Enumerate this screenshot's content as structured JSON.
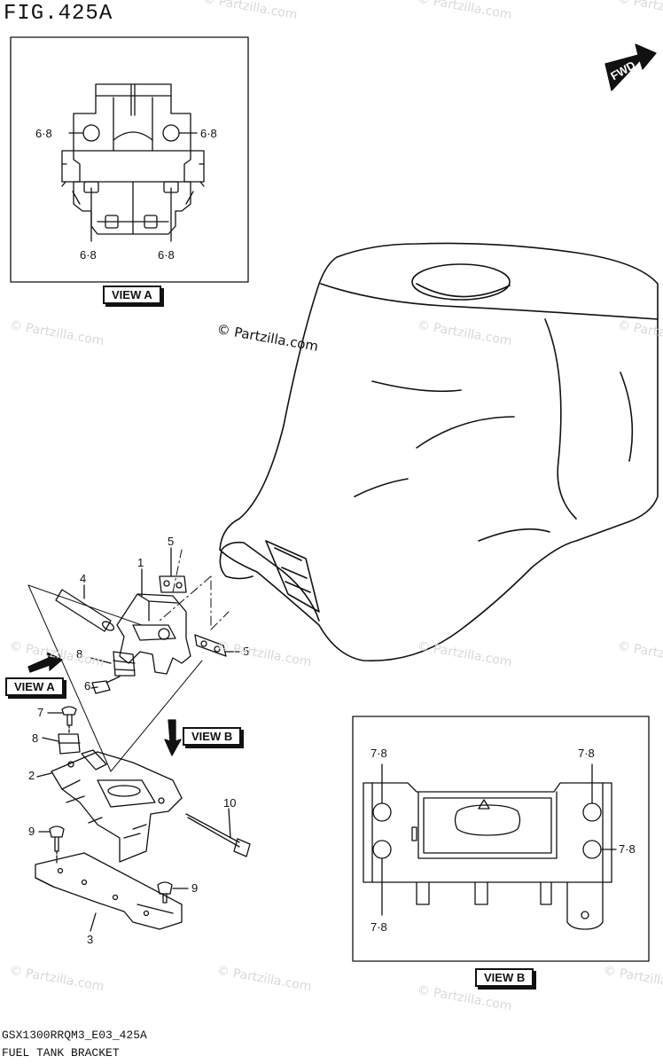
{
  "figure": {
    "title": "FIG.425A",
    "model_code": "GSX1300RRQM3_E03_425A",
    "part_group": "FUEL TANK BRACKET"
  },
  "watermark": {
    "text": "© Partzilla.com"
  },
  "view_a": {
    "label": "VIEW A",
    "torque_labels": [
      "6·8",
      "6·8",
      "6·8",
      "6·8"
    ]
  },
  "view_b": {
    "label": "VIEW B",
    "torque_labels": [
      "7·8",
      "7·8",
      "7·8",
      "7·8"
    ]
  },
  "direction_marker": {
    "label": "FWD",
    "icon": "arrow-right-icon"
  },
  "view_a_arrow_label": "VIEW A",
  "view_b_arrow_label": "VIEW B",
  "callouts": [
    "1",
    "2",
    "3",
    "4",
    "5",
    "5",
    "6",
    "7",
    "8",
    "8",
    "9",
    "9",
    "10"
  ],
  "colors": {
    "line": "#111111",
    "watermark": "#d9d9d9",
    "background": "#ffffff"
  }
}
